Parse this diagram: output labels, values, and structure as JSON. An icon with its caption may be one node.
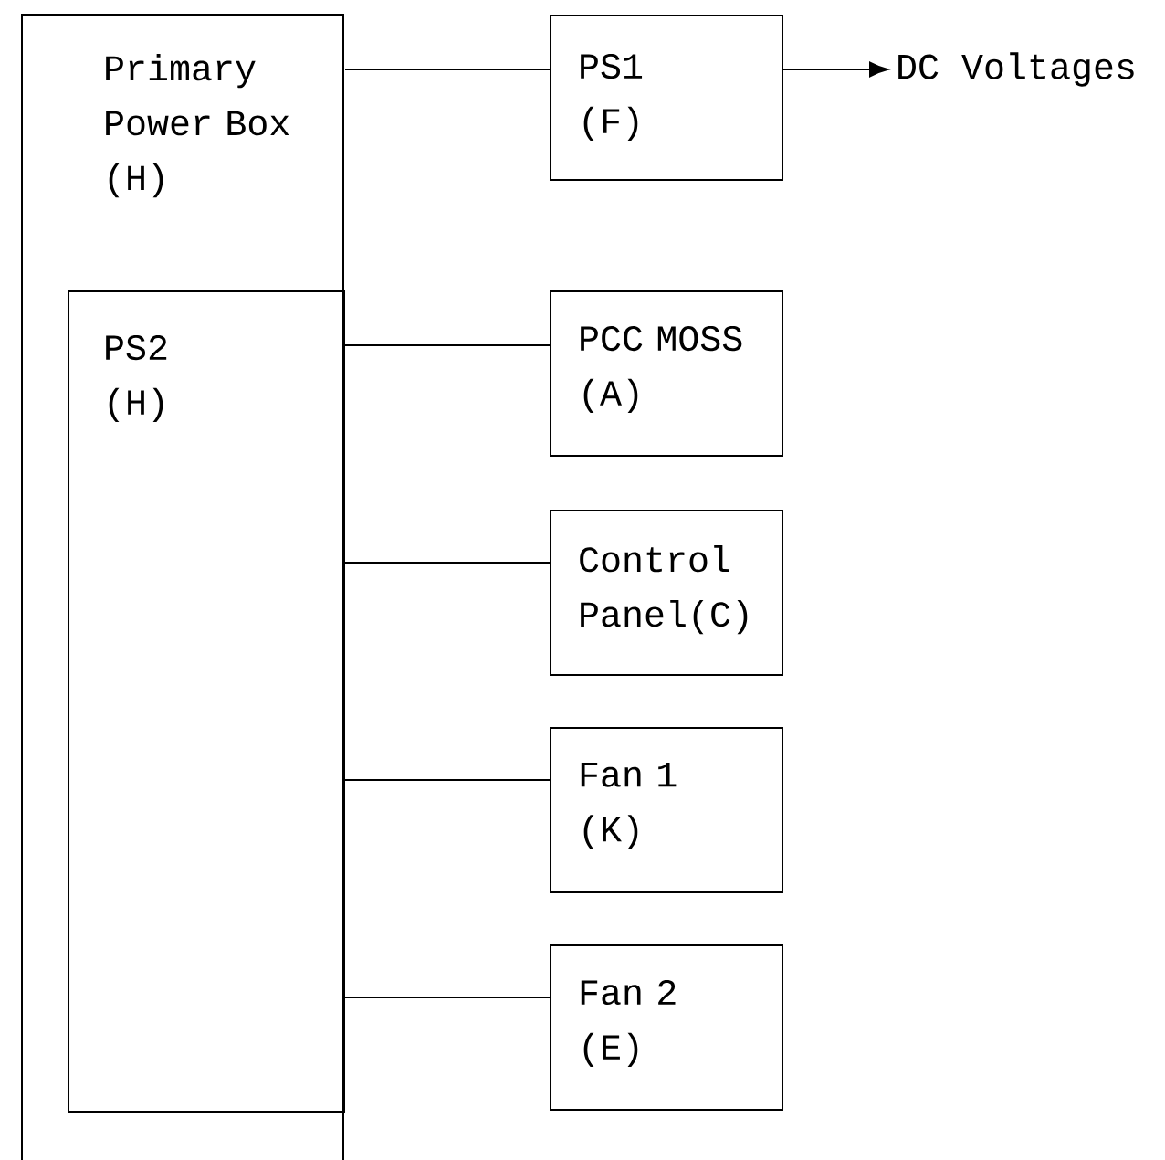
{
  "diagram": {
    "nodes": [
      {
        "text": [
          "Primary Power Box (H)"
        ]
      },
      {
        "text": [
          "PS1 (F)"
        ]
      },
      {
        "text": [
          "DC Voltages"
        ]
      },
      {
        "text": [
          "PS2 (H)"
        ],
        "in": 0
      },
      {
        "text": [
          "PCC MOSS (A)"
        ]
      },
      {
        "text": [
          "Control Panel(C)"
        ]
      },
      {
        "text": [
          "Fan 1 (K)"
        ]
      },
      {
        "text": [
          "Fan 2 (E)"
        ]
      }
    ],
    "edges": [
      {
        "from": 0,
        "to": 1,
        "arrow": "none"
      },
      {
        "from": 1,
        "to": 2,
        "arrow": "to"
      },
      {
        "from": 3,
        "to": 4,
        "arrow": "none"
      },
      {
        "from": 3,
        "to": 5,
        "arrow": "none"
      },
      {
        "from": 3,
        "to": 6,
        "arrow": "none"
      },
      {
        "from": 3,
        "to": 7,
        "arrow": "none"
      }
    ]
  }
}
